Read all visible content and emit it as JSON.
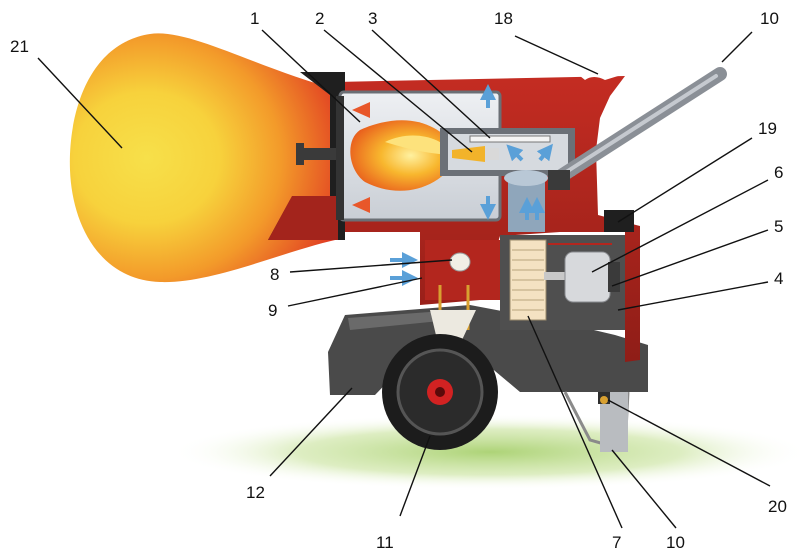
{
  "colors": {
    "flame_inner": "#f7e04a",
    "flame_mid": "#f39a2a",
    "flame_outer": "#e03a22",
    "housing_red": "#b3261e",
    "housing_dark": "#7d1713",
    "chassis": "#4a4a4a",
    "chamber_grey": "#d9dde2",
    "airflow_blue": "#5aa0d8",
    "ground_green": "#b7d88a",
    "wheel": "#1c1c1c",
    "hub_red": "#d22222",
    "leader_line": "#111111"
  },
  "callouts": [
    {
      "id": "c21",
      "label": "21"
    },
    {
      "id": "c1",
      "label": "1"
    },
    {
      "id": "c2",
      "label": "2"
    },
    {
      "id": "c3",
      "label": "3"
    },
    {
      "id": "c18",
      "label": "18"
    },
    {
      "id": "c10a",
      "label": "10"
    },
    {
      "id": "c19",
      "label": "19"
    },
    {
      "id": "c6",
      "label": "6"
    },
    {
      "id": "c5",
      "label": "5"
    },
    {
      "id": "c4",
      "label": "4"
    },
    {
      "id": "c8",
      "label": "8"
    },
    {
      "id": "c9",
      "label": "9"
    },
    {
      "id": "c12",
      "label": "12"
    },
    {
      "id": "c11",
      "label": "11"
    },
    {
      "id": "c7",
      "label": "7"
    },
    {
      "id": "c10b",
      "label": "10"
    },
    {
      "id": "c20",
      "label": "20"
    }
  ]
}
